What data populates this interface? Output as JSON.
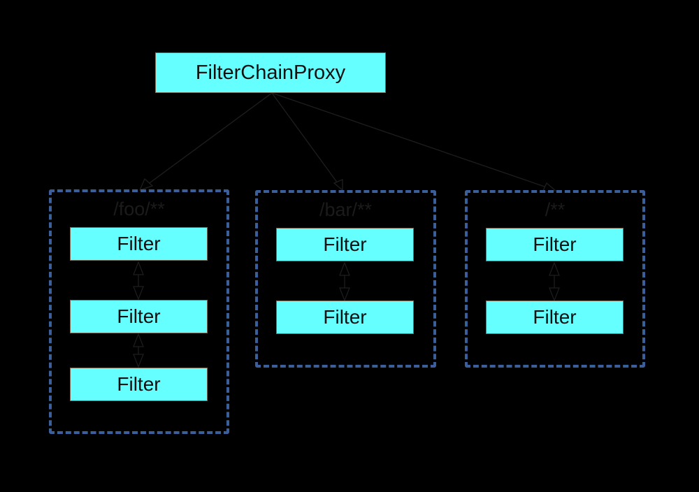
{
  "proxy": {
    "label": "FilterChainProxy"
  },
  "chains": [
    {
      "pattern": "/foo/**",
      "filters": [
        "Filter",
        "Filter",
        "Filter"
      ]
    },
    {
      "pattern": "/bar/**",
      "filters": [
        "Filter",
        "Filter"
      ]
    },
    {
      "pattern": "/**",
      "filters": [
        "Filter",
        "Filter"
      ]
    }
  ],
  "colors": {
    "background": "#000000",
    "box_fill": "#66ffff",
    "dashed_border": "#3a5f9a",
    "connector": "#1e1e1e"
  }
}
